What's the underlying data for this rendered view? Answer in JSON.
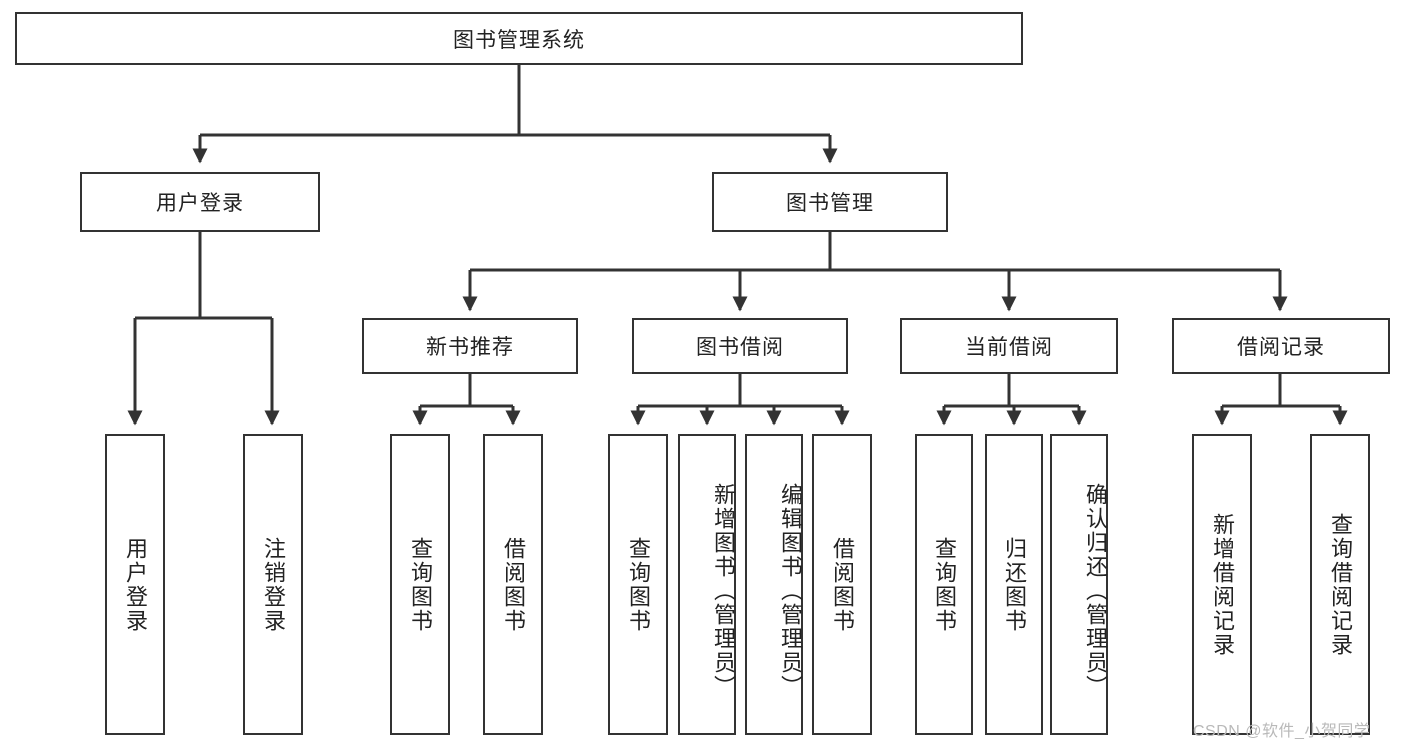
{
  "diagram": {
    "type": "tree-hierarchy",
    "title": "图书管理系统",
    "watermark": "CSDN @软件_小贺同学",
    "colors": {
      "stroke": "#333333",
      "fill": "#ffffff",
      "text": "#222222",
      "watermark": "#b9b9b9"
    },
    "nodes": {
      "root": {
        "label": "图书管理系统",
        "orientation": "horizontal"
      },
      "level1": [
        {
          "id": "user-login",
          "label": "用户登录",
          "orientation": "horizontal"
        },
        {
          "id": "book-manage",
          "label": "图书管理",
          "orientation": "horizontal"
        }
      ],
      "level2": [
        {
          "id": "new-book-recommend",
          "label": "新书推荐",
          "orientation": "horizontal",
          "parent": "book-manage"
        },
        {
          "id": "book-borrow",
          "label": "图书借阅",
          "orientation": "horizontal",
          "parent": "book-manage"
        },
        {
          "id": "current-borrow",
          "label": "当前借阅",
          "orientation": "horizontal",
          "parent": "book-manage"
        },
        {
          "id": "borrow-record",
          "label": "借阅记录",
          "orientation": "horizontal",
          "parent": "book-manage"
        }
      ],
      "leaves": [
        {
          "id": "leaf-user-login",
          "label": "用户登录",
          "parent": "user-login",
          "orientation": "vertical"
        },
        {
          "id": "leaf-user-logout",
          "label": "注销登录",
          "parent": "user-login",
          "orientation": "vertical"
        },
        {
          "id": "leaf-query-book-1",
          "label": "查询图书",
          "parent": "new-book-recommend",
          "orientation": "vertical"
        },
        {
          "id": "leaf-borrow-book-1",
          "label": "借阅图书",
          "parent": "new-book-recommend",
          "orientation": "vertical"
        },
        {
          "id": "leaf-query-book-2",
          "label": "查询图书",
          "parent": "book-borrow",
          "orientation": "vertical"
        },
        {
          "id": "leaf-add-book",
          "label": "新增图书（管理员）",
          "parent": "book-borrow",
          "orientation": "vertical"
        },
        {
          "id": "leaf-edit-book",
          "label": "编辑图书（管理员）",
          "parent": "book-borrow",
          "orientation": "vertical"
        },
        {
          "id": "leaf-borrow-book-2",
          "label": "借阅图书",
          "parent": "book-borrow",
          "orientation": "vertical"
        },
        {
          "id": "leaf-query-book-3",
          "label": "查询图书",
          "parent": "current-borrow",
          "orientation": "vertical"
        },
        {
          "id": "leaf-return-book",
          "label": "归还图书",
          "parent": "current-borrow",
          "orientation": "vertical"
        },
        {
          "id": "leaf-confirm-return",
          "label": "确认归还（管理员）",
          "parent": "current-borrow",
          "orientation": "vertical"
        },
        {
          "id": "leaf-add-record",
          "label": "新增借阅记录",
          "parent": "borrow-record",
          "orientation": "vertical"
        },
        {
          "id": "leaf-query-record",
          "label": "查询借阅记录",
          "parent": "borrow-record",
          "orientation": "vertical"
        }
      ]
    }
  }
}
